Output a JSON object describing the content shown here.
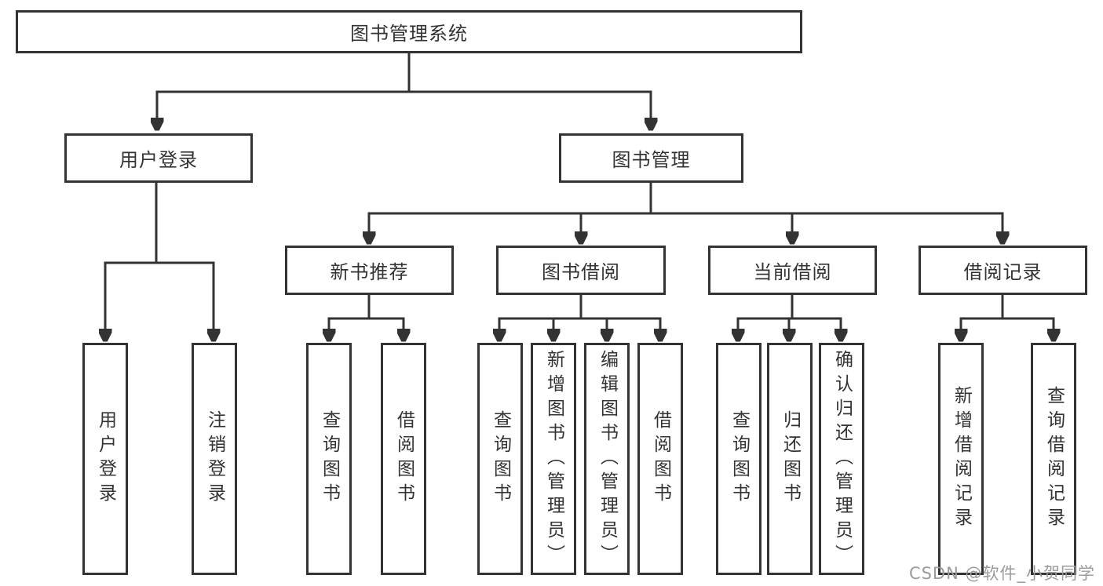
{
  "hierarchy": {
    "label": "图书管理系统",
    "children": [
      {
        "label": "用户登录",
        "children": [
          {
            "label": "用户登录"
          },
          {
            "label": "注销登录"
          }
        ]
      },
      {
        "label": "图书管理",
        "children": [
          {
            "label": "新书推荐",
            "children": [
              {
                "label": "查询图书"
              },
              {
                "label": "借阅图书"
              }
            ]
          },
          {
            "label": "图书借阅",
            "children": [
              {
                "label": "查询图书"
              },
              {
                "label": "新增图书（管理员）"
              },
              {
                "label": "编辑图书（管理员）"
              },
              {
                "label": "借阅图书"
              }
            ]
          },
          {
            "label": "当前借阅",
            "children": [
              {
                "label": "查询图书"
              },
              {
                "label": "归还图书"
              },
              {
                "label": "确认归还（管理员）"
              }
            ]
          },
          {
            "label": "借阅记录",
            "children": [
              {
                "label": "新增借阅记录"
              },
              {
                "label": "查询借阅记录"
              }
            ]
          }
        ]
      }
    ]
  },
  "watermark": {
    "text": "CSDN @软件_小贺同学"
  },
  "colors": {
    "line": "#333333",
    "text": "#333333",
    "watermark": "#9b9b9b",
    "background": "#ffffff"
  }
}
